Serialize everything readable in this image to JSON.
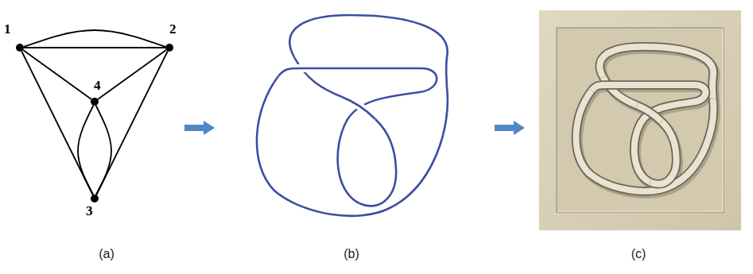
{
  "diagram": {
    "nodes": [
      {
        "text": [
          "1"
        ]
      },
      {
        "text": [
          "2"
        ]
      },
      {
        "text": [
          "3"
        ]
      },
      {
        "text": [
          "4"
        ]
      }
    ],
    "edges": [
      {
        "from": 0,
        "to": 1,
        "arrow": "none"
      },
      {
        "from": 0,
        "to": 1,
        "arrow": "none"
      },
      {
        "from": 0,
        "to": 3,
        "arrow": "none"
      },
      {
        "from": 1,
        "to": 3,
        "arrow": "none"
      },
      {
        "from": 0,
        "to": 2,
        "arrow": "none"
      },
      {
        "from": 1,
        "to": 2,
        "arrow": "none"
      },
      {
        "from": 3,
        "to": 2,
        "arrow": "none"
      },
      {
        "from": 3,
        "to": 2,
        "arrow": "none"
      }
    ],
    "labels": [
      "(a)",
      "(b)",
      "(c)"
    ]
  }
}
